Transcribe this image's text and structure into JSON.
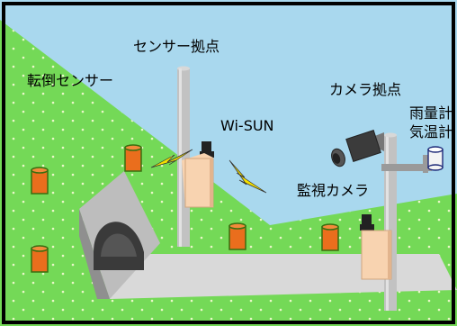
{
  "labels": {
    "sensor_base": "センサー拠点",
    "tilt_sensor": "転倒センサー",
    "wisun": "Wi-SUN",
    "camera_base": "カメラ拠点",
    "rain_gauge": "雨量計",
    "thermometer": "気温計",
    "surveillance_camera": "監視カメラ"
  },
  "colors": {
    "sky": "#a9d8ee",
    "slope": "#74d957",
    "slope_dots": "#e9f7c6",
    "pole": "#c2c2c2",
    "box": "#f8d3b0",
    "sensor_canister": "#ea6e1d",
    "road": "#d9d9d9",
    "frame": "#000000"
  }
}
